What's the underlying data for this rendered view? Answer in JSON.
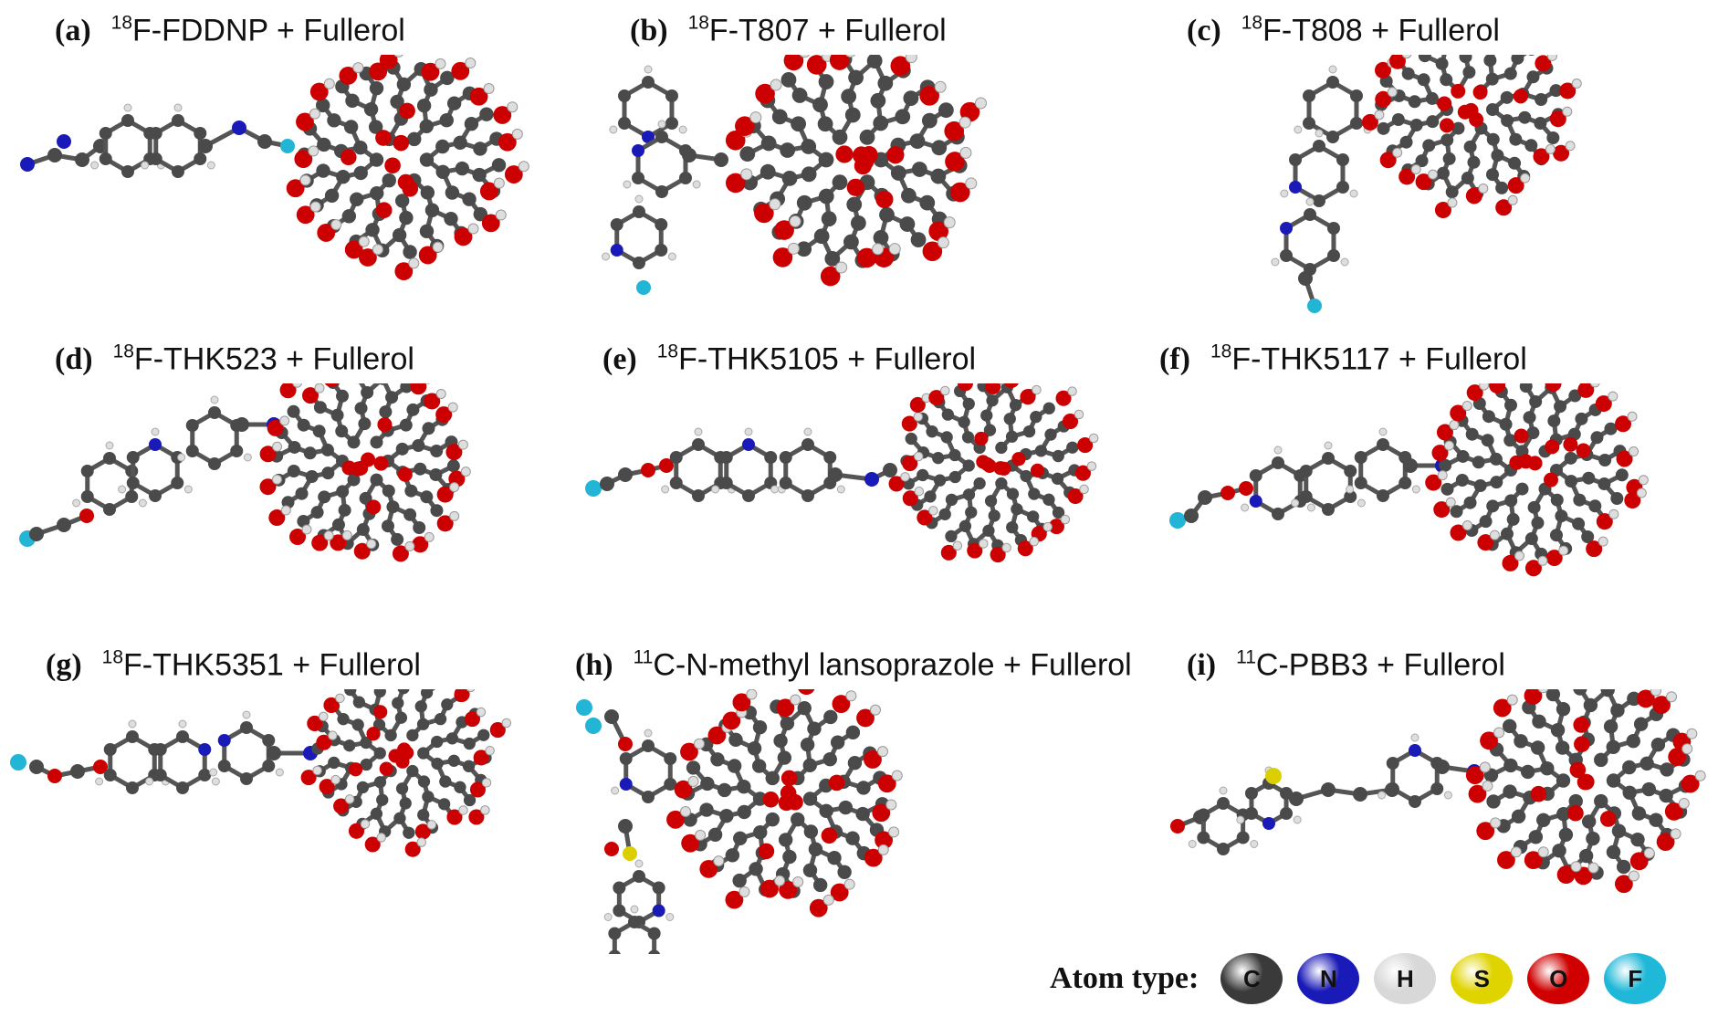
{
  "panels": [
    {
      "letter": "(a)",
      "isotope": "18",
      "title": "F-FDDNP + Fullerol"
    },
    {
      "letter": "(b)",
      "isotope": "18",
      "title": "F-T807 + Fullerol"
    },
    {
      "letter": "(c)",
      "isotope": "18",
      "title": "F-T808 + Fullerol"
    },
    {
      "letter": "(d)",
      "isotope": "18",
      "title": "F-THK523 + Fullerol"
    },
    {
      "letter": "(e)",
      "isotope": "18",
      "title": "F-THK5105 + Fullerol"
    },
    {
      "letter": "(f)",
      "isotope": "18",
      "title": "F-THK5117 + Fullerol"
    },
    {
      "letter": "(g)",
      "isotope": "18",
      "title": "F-THK5351 + Fullerol"
    },
    {
      "letter": "(h)",
      "isotope": "11",
      "title": "C-N-methyl lansoprazole + Fullerol"
    },
    {
      "letter": "(i)",
      "isotope": "11",
      "title": "C-PBB3 + Fullerol"
    }
  ],
  "legend": {
    "label": "Atom type:",
    "atoms": [
      {
        "symbol": "C",
        "color": "#3a3a3a"
      },
      {
        "symbol": "N",
        "color": "#1a1ab8"
      },
      {
        "symbol": "H",
        "color": "#d8d8d8"
      },
      {
        "symbol": "S",
        "color": "#e0d400"
      },
      {
        "symbol": "O",
        "color": "#d00000"
      },
      {
        "symbol": "F",
        "color": "#20b8d8"
      }
    ]
  }
}
